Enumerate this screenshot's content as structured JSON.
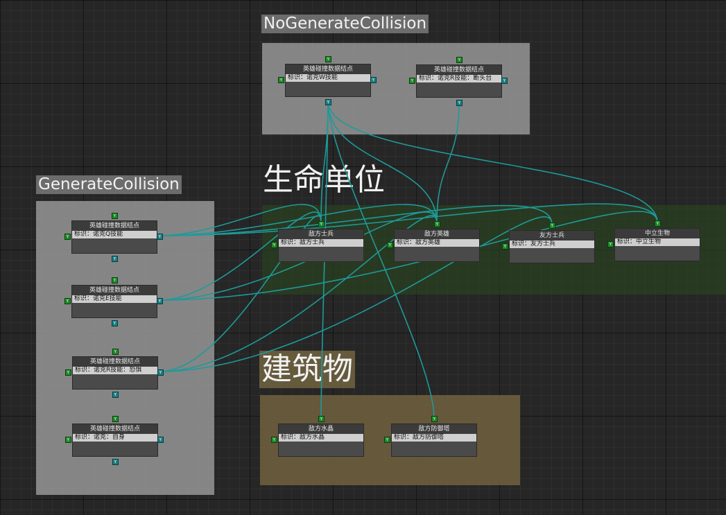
{
  "colors": {
    "wire": "#1e9a9a",
    "pin_input": "#1f8a2a",
    "pin_output": "#1b7f82"
  },
  "icons": {
    "pin_glyph": "⋎"
  },
  "groups": [
    {
      "id": "nogen",
      "title": "NoGenerateCollision",
      "color": "#8a8a8a"
    },
    {
      "id": "gen",
      "title": "GenerateCollision",
      "color": "#8a8a8a"
    },
    {
      "id": "life",
      "title": "生命单位",
      "color": "#2e4a24"
    },
    {
      "id": "building",
      "title": "建筑物",
      "color": "#6e6040"
    }
  ],
  "nodes": [
    {
      "id": "nW",
      "title": "英雄碰撞数据结点",
      "field": "标识：诺克W技能"
    },
    {
      "id": "nR",
      "title": "英雄碰撞数据结点",
      "field": "标识：诺克R技能：断头台"
    },
    {
      "id": "nQ",
      "title": "英雄碰撞数据结点",
      "field": "标识：诺克Q技能"
    },
    {
      "id": "nE",
      "title": "英雄碰撞数据结点",
      "field": "标识：诺克E技能"
    },
    {
      "id": "nRf",
      "title": "英雄碰撞数据结点",
      "field": "标识：诺克R技能：恐惧"
    },
    {
      "id": "nSelf",
      "title": "英雄碰撞数据结点",
      "field": "标识：诺克：自身"
    },
    {
      "id": "eSoldier",
      "title": "敌方士兵",
      "field": "标识：敌方士兵"
    },
    {
      "id": "eHero",
      "title": "敌方英雄",
      "field": "标识：敌方英雄"
    },
    {
      "id": "aSoldier",
      "title": "友方士兵",
      "field": "标识：友方士兵"
    },
    {
      "id": "neutral",
      "title": "中立生物",
      "field": "标识：中立生物"
    },
    {
      "id": "eCrystal",
      "title": "敌方水晶",
      "field": "标识：敌方水晶"
    },
    {
      "id": "eTower",
      "title": "敌方防御塔",
      "field": "标识：敌方防御塔"
    }
  ],
  "links": [
    [
      "nW",
      "eSoldier"
    ],
    [
      "nW",
      "eHero"
    ],
    [
      "nW",
      "neutral"
    ],
    [
      "nW",
      "eCrystal"
    ],
    [
      "nW",
      "eTower"
    ],
    [
      "nR",
      "eHero"
    ],
    [
      "nQ",
      "eSoldier"
    ],
    [
      "nQ",
      "eHero"
    ],
    [
      "nQ",
      "aSoldier"
    ],
    [
      "nQ",
      "neutral"
    ],
    [
      "nE",
      "eSoldier"
    ],
    [
      "nE",
      "eHero"
    ],
    [
      "nE",
      "neutral"
    ],
    [
      "nRf",
      "eSoldier"
    ],
    [
      "nRf",
      "eHero"
    ],
    [
      "nRf",
      "aSoldier"
    ]
  ]
}
